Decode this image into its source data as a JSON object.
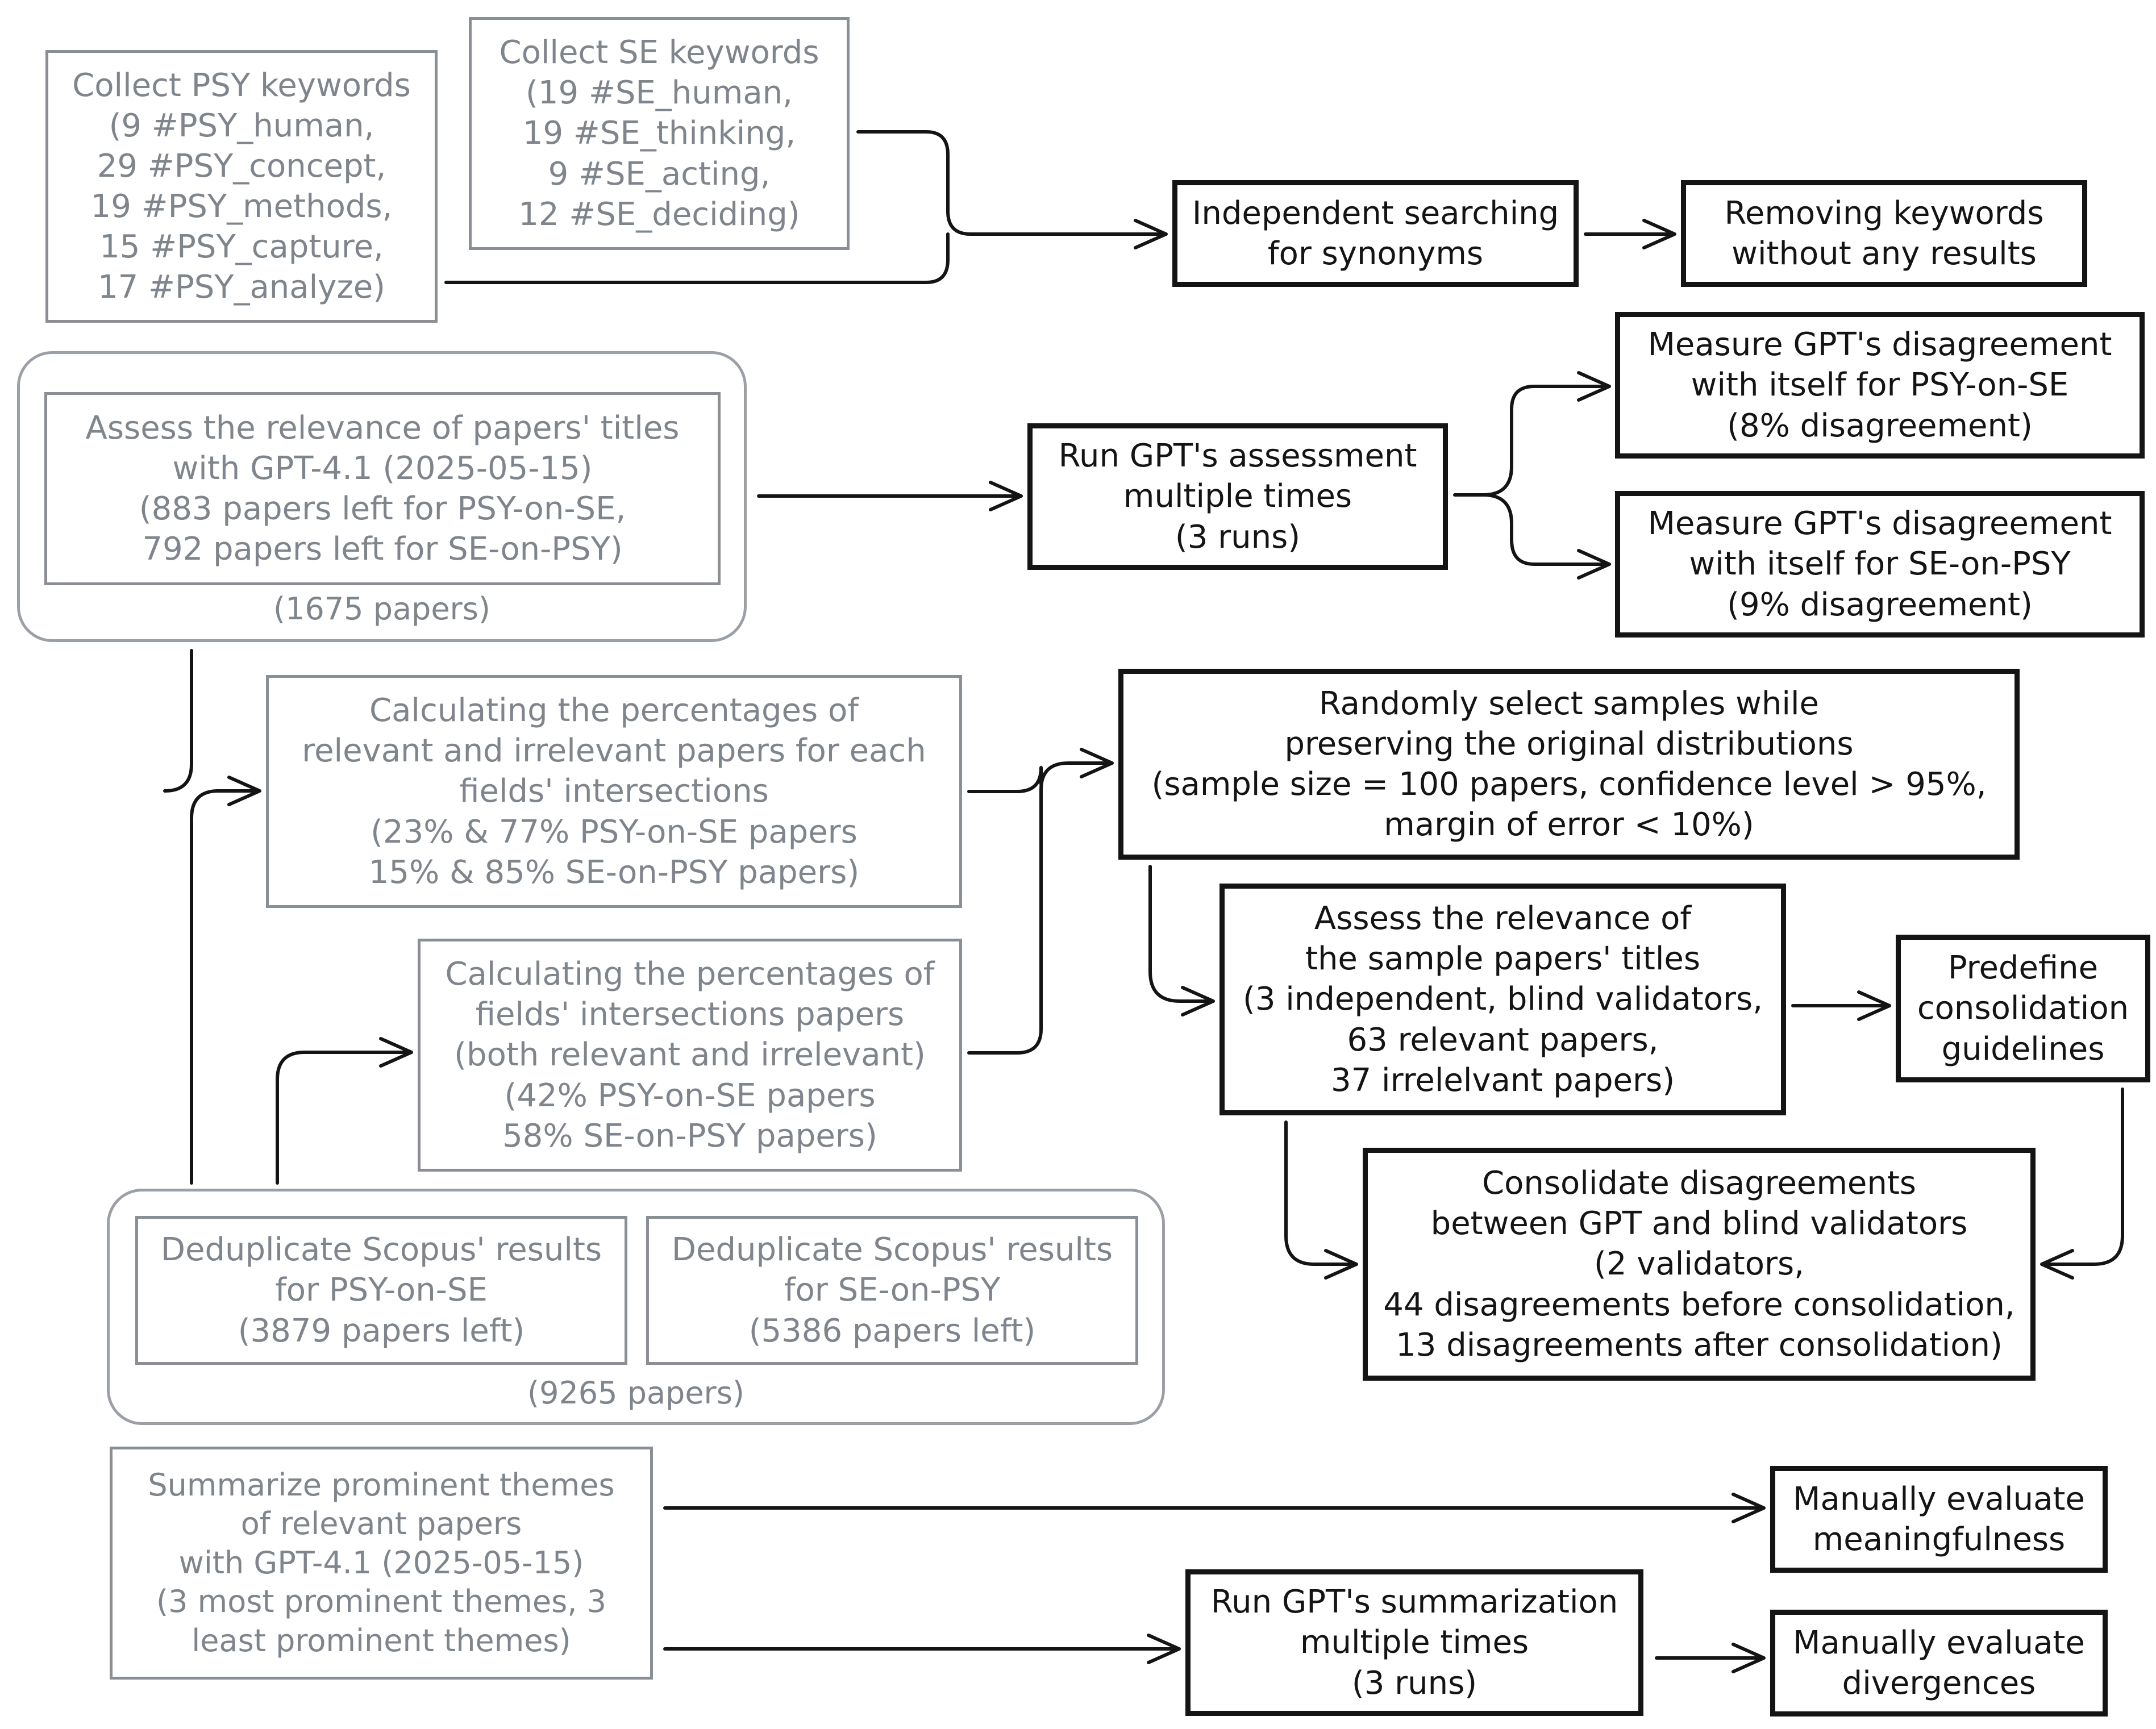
{
  "nodes": {
    "psy_keywords": [
      "Collect PSY keywords",
      "(9 #PSY_human,",
      "29 #PSY_concept,",
      "19 #PSY_methods,",
      "15 #PSY_capture,",
      "17 #PSY_analyze)"
    ],
    "se_keywords": [
      "Collect SE keywords",
      "(19 #SE_human,",
      "19 #SE_thinking,",
      "9 #SE_acting,",
      "12 #SE_deciding)"
    ],
    "synonyms": [
      "Independent searching",
      "for synonyms"
    ],
    "remove_keywords": [
      "Removing keywords",
      "without any results"
    ],
    "assess_titles": [
      "Assess the relevance of papers' titles",
      "with GPT-4.1 (2025-05-15)",
      "(883 papers left for PSY-on-SE,",
      "792 papers left for SE-on-PSY)"
    ],
    "run_assessment": [
      "Run GPT's assessment",
      "multiple times",
      "(3 runs)"
    ],
    "measure_psy": [
      "Measure GPT's disagreement",
      "with itself for PSY-on-SE",
      "(8% disagreement)"
    ],
    "measure_se": [
      "Measure GPT's disagreement",
      "with itself for SE-on-PSY",
      "(9% disagreement)"
    ],
    "calc_relevant": [
      "Calculating the percentages of",
      "relevant and irrelevant papers for each",
      "fields' intersections",
      "(23% & 77% PSY-on-SE papers",
      "15% & 85% SE-on-PSY papers)"
    ],
    "random_select": [
      "Randomly select samples while",
      "preserving the original distributions",
      "(sample size = 100 papers, confidence level > 95%,",
      "margin of error < 10%)"
    ],
    "calc_intersections": [
      "Calculating the percentages of",
      "fields' intersections papers",
      "(both relevant and irrelevant)",
      "(42% PSY-on-SE papers",
      "58% SE-on-PSY papers)"
    ],
    "assess_samples": [
      "Assess the relevance of",
      "the sample papers' titles",
      "(3 independent, blind validators,",
      "63 relevant papers,",
      "37 irrelelvant papers)"
    ],
    "predefine": [
      "Predefine",
      "consolidation",
      "guidelines"
    ],
    "consolidate": [
      "Consolidate disagreements",
      "between GPT and blind validators",
      "(2 validators,",
      "44 disagreements before consolidation,",
      "13 disagreements after consolidation)"
    ],
    "dedup_psy": [
      "Deduplicate Scopus' results",
      "for PSY-on-SE",
      "(3879 papers left)"
    ],
    "dedup_se": [
      "Deduplicate Scopus' results",
      "for SE-on-PSY",
      "(5386 papers left)"
    ],
    "summarize": [
      "Summarize prominent themes",
      "of relevant papers",
      "with GPT-4.1 (2025-05-15)",
      "(3 most prominent themes, 3",
      "least prominent themes)"
    ],
    "eval_meaning": [
      "Manually evaluate",
      "meaningfulness"
    ],
    "run_summary": [
      "Run GPT's summarization",
      "multiple times",
      "(3 runs)"
    ],
    "eval_diverge": [
      "Manually evaluate",
      "divergences"
    ]
  },
  "groups": {
    "assess_group_label": "(1675 papers)",
    "dedup_group_label": "(9265 papers)"
  },
  "colors": {
    "gray_border": "#8a8f96",
    "gray_text": "#7f858c",
    "black": "#141414",
    "background": "#ffffff"
  }
}
